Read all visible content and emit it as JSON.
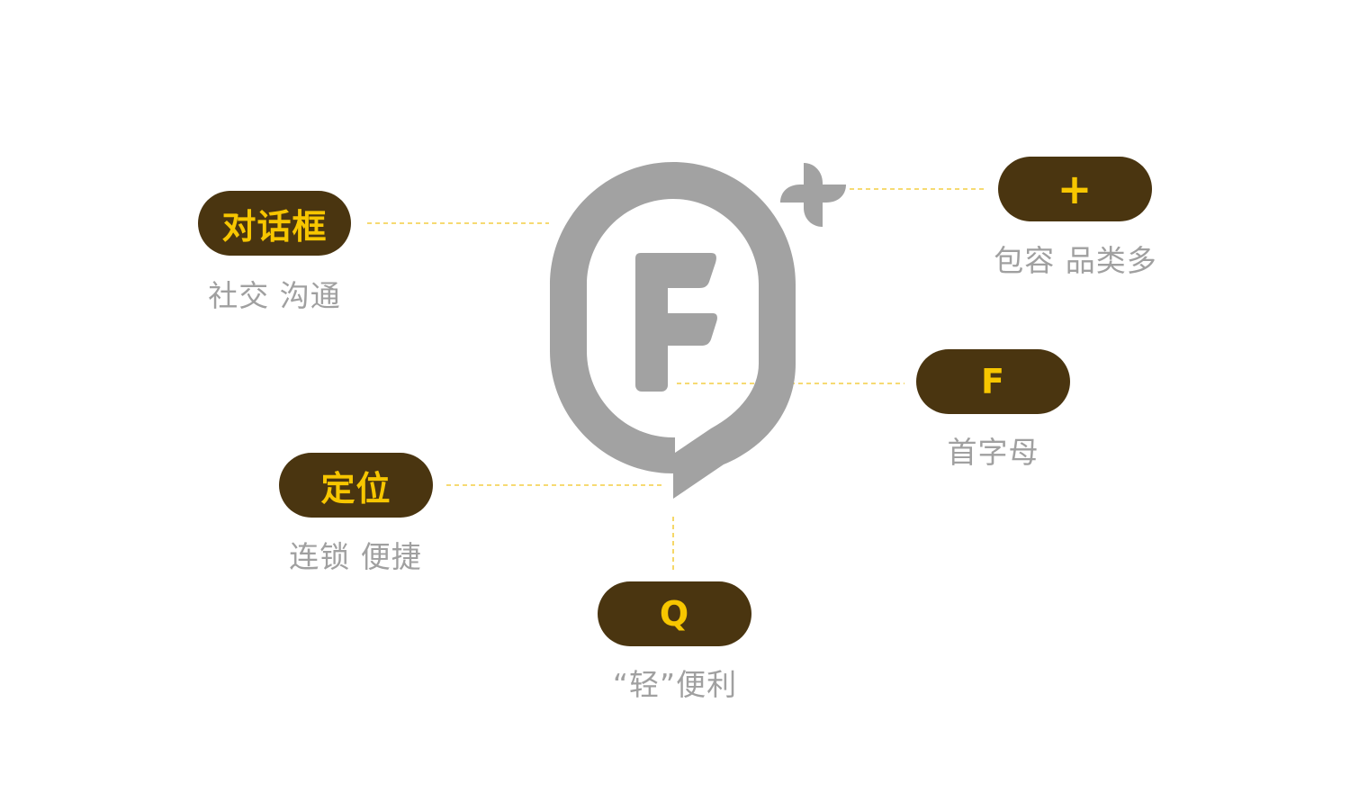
{
  "colors": {
    "pill_bg": "#4a3510",
    "pill_fg": "#f7c600",
    "caption": "#a0a0a0",
    "logo_gray": "#a2a2a2",
    "leader": "#f3cd43"
  },
  "logo": {
    "letter": "F",
    "symbol": "plus-badge"
  },
  "labels": [
    {
      "id": "dialog",
      "pill": "对话框",
      "caption": "社交 沟通"
    },
    {
      "id": "plus",
      "pill": "+",
      "caption": "包容 品类多"
    },
    {
      "id": "initial",
      "pill": "F",
      "caption": "首字母"
    },
    {
      "id": "location",
      "pill": "定位",
      "caption": "连锁 便捷"
    },
    {
      "id": "q",
      "pill": "Q",
      "caption": "“轻”便利"
    }
  ]
}
